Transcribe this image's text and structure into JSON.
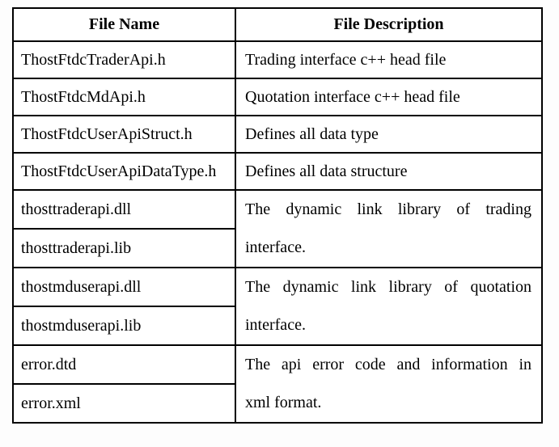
{
  "page": {
    "background_color": "#fdfdfd",
    "table_border_color": "#000000",
    "text_color": "#000000"
  },
  "table": {
    "columns": [
      {
        "label": "File Name"
      },
      {
        "label": "File Description"
      }
    ],
    "rows": [
      {
        "file": "ThostFtdcTraderApi.h",
        "desc": "Trading interface c++ head file"
      },
      {
        "file": "ThostFtdcMdApi.h",
        "desc": "Quotation interface c++ head file"
      },
      {
        "file": "ThostFtdcUserApiStruct.h",
        "desc": "Defines all data type"
      },
      {
        "file": "ThostFtdcUserApiDataType.h",
        "desc": "Defines all data structure"
      },
      {
        "file": "thosttraderapi.dll"
      },
      {
        "file": "thosttraderapi.lib"
      },
      {
        "file": "thostmduserapi.dll"
      },
      {
        "file": "thostmduserapi.lib"
      },
      {
        "file": "error.dtd"
      },
      {
        "file": "error.xml"
      }
    ],
    "merged_descriptions": [
      {
        "line1": "The dynamic link library of trading",
        "line2": "interface."
      },
      {
        "line1": "The dynamic link library of quotation",
        "line2": "interface."
      },
      {
        "line1": "The api error code and information in",
        "line2": "xml format."
      }
    ]
  }
}
